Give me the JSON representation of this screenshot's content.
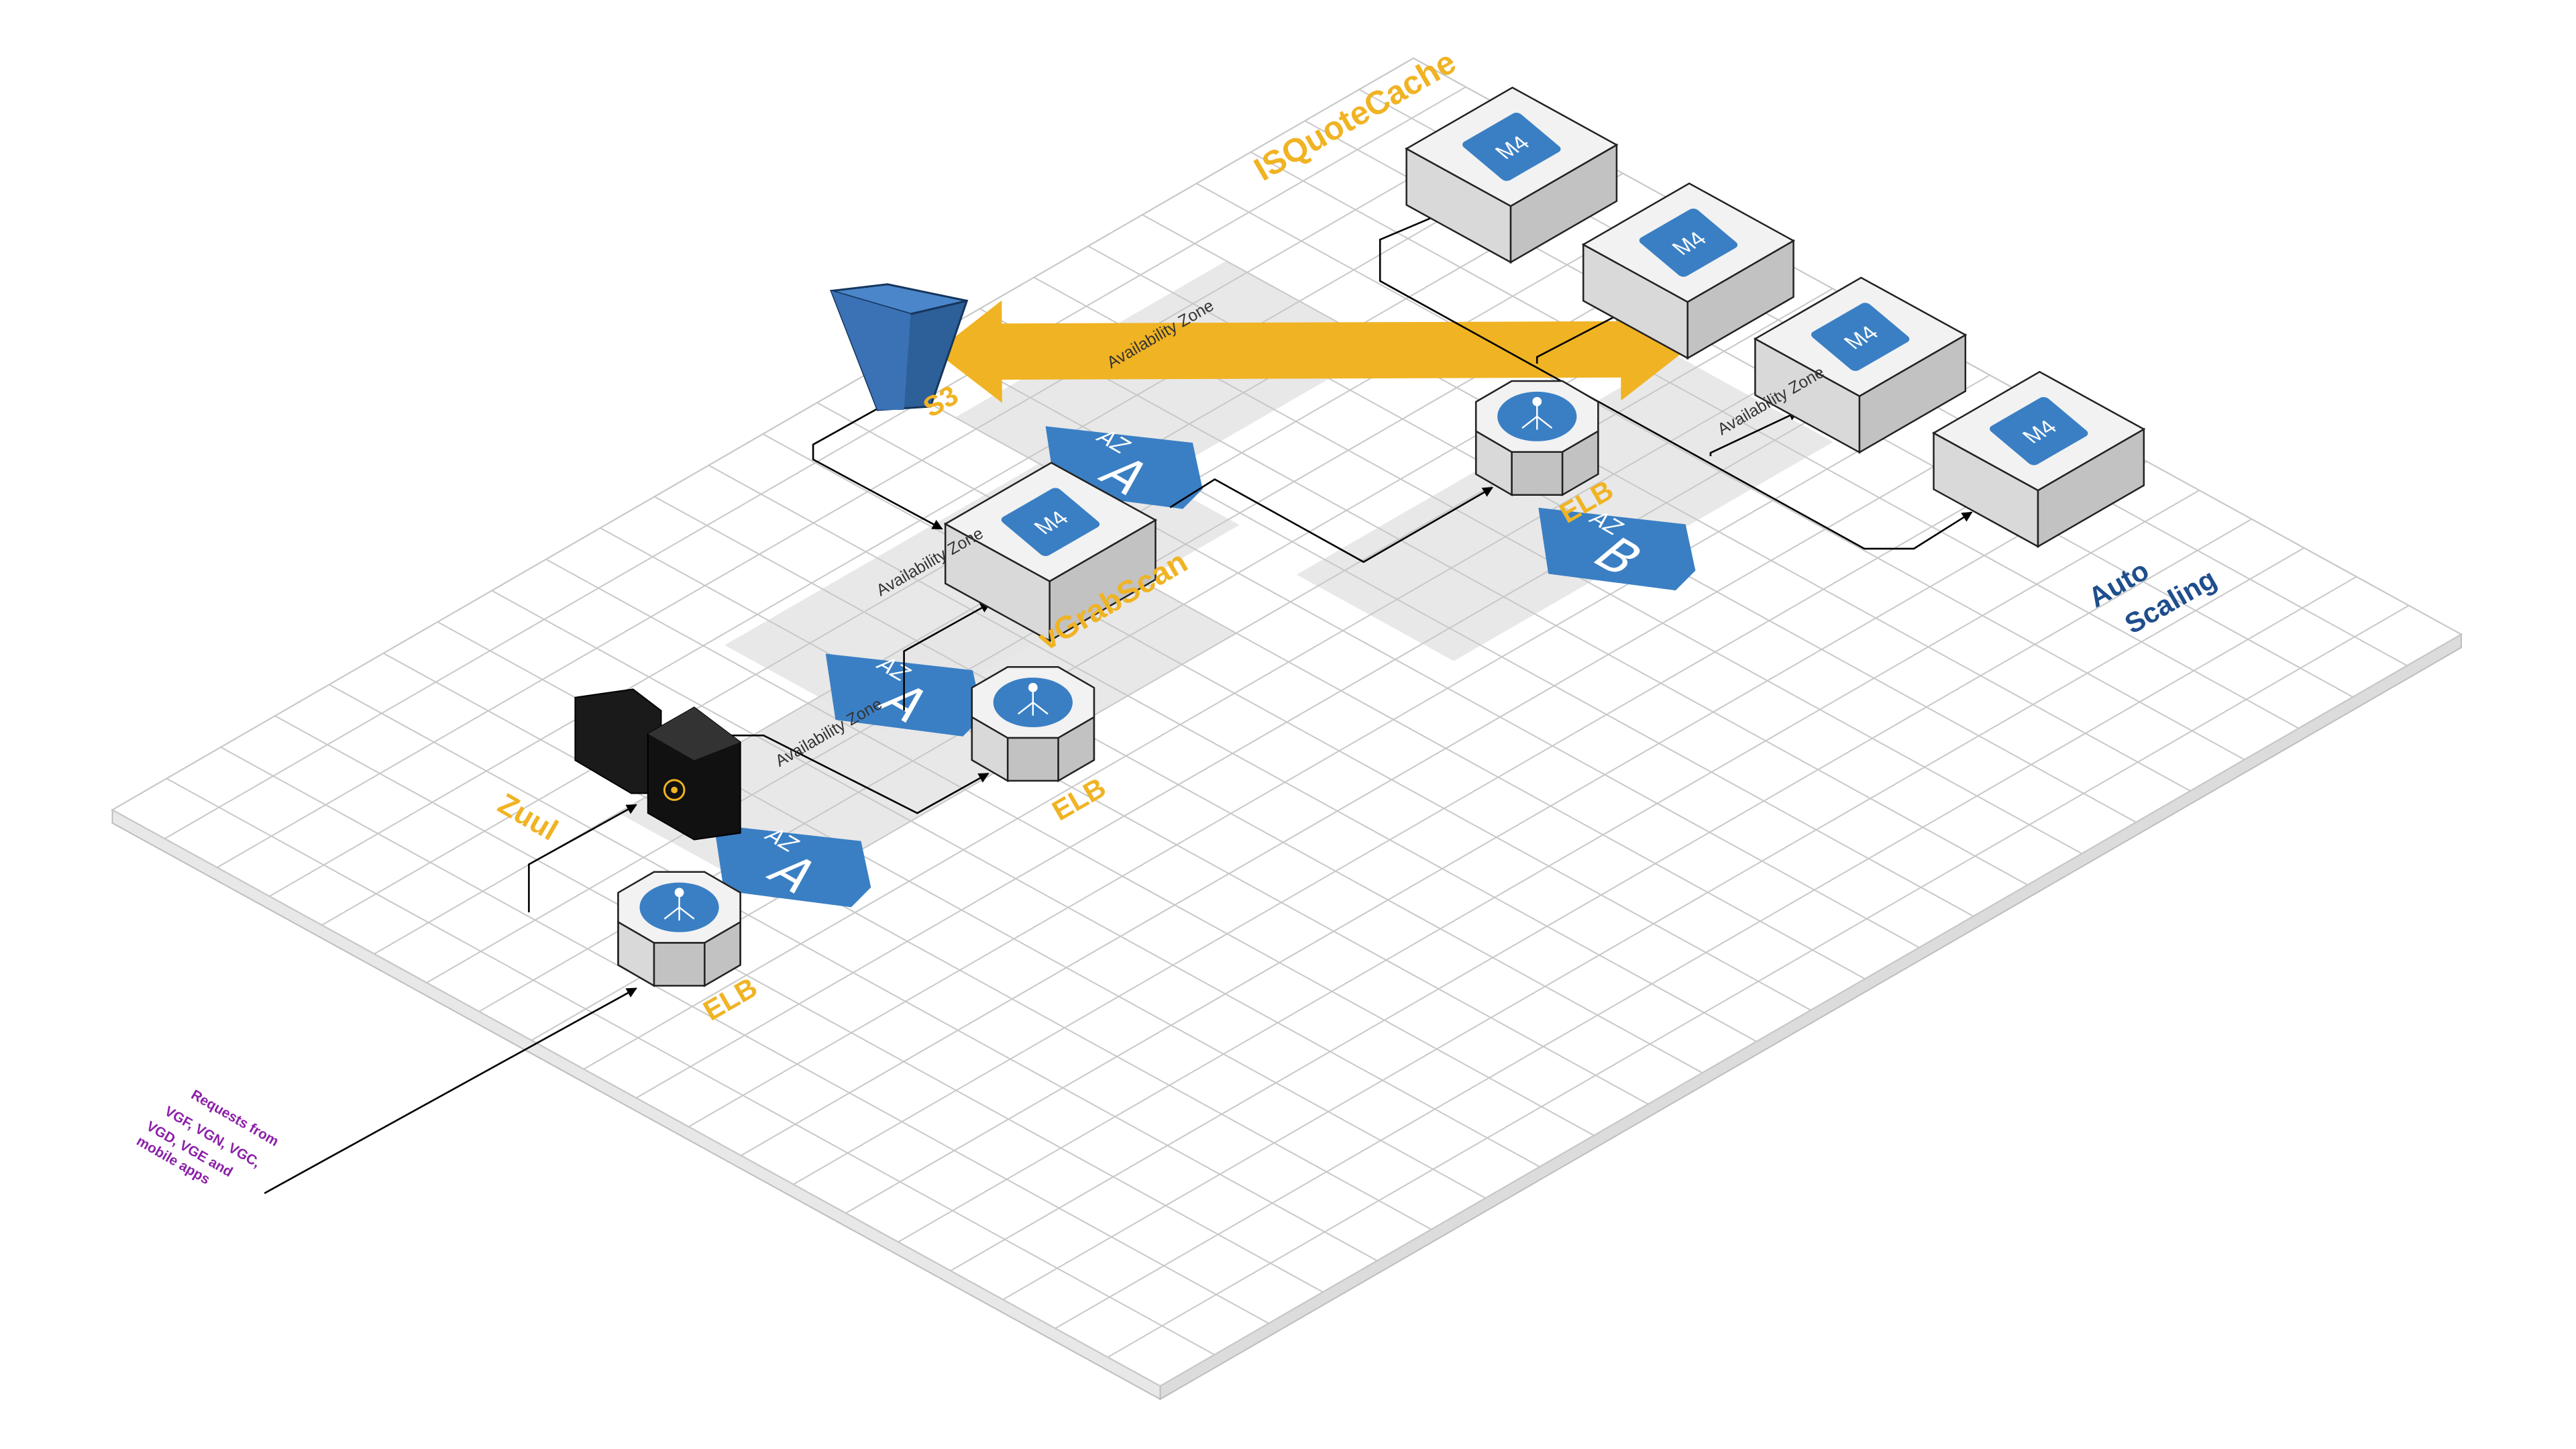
{
  "colors": {
    "accent_orange": "#f0b323",
    "aws_blue": "#3a7fc4",
    "dark_blue": "#1f4e8c",
    "purple": "#8b1fa8",
    "grid": "#c8c8c8",
    "zone_band": "#e6e6e6",
    "box_top": "#f2f2f2",
    "box_left": "#d9d9d9",
    "box_right": "#c2c2c2"
  },
  "zones": [
    {
      "id": "zone-1",
      "caption": "Availability Zone",
      "az": "AZ",
      "letter": "A"
    },
    {
      "id": "zone-2",
      "caption": "Availability Zone",
      "az": "AZ",
      "letter": "A"
    },
    {
      "id": "zone-3",
      "caption": "Availability Zone",
      "az": "AZ",
      "letter": "A"
    },
    {
      "id": "zone-4",
      "caption": "Availability Zone",
      "az": "AZ",
      "letter": "B"
    }
  ],
  "nodes": {
    "s3": {
      "label": "S3",
      "icon": "s3-bucket-icon"
    },
    "zuul": {
      "label": "Zuul",
      "icon": "zuul-gateway-icon"
    },
    "elb_entry": {
      "label": "ELB",
      "icon": "load-balancer-icon"
    },
    "elb_mid": {
      "label": "ELB",
      "icon": "load-balancer-icon"
    },
    "elb_upper": {
      "label": "ELB",
      "icon": "load-balancer-icon"
    },
    "vgrabscan": {
      "label": "vGrabScan",
      "badge": "M4",
      "icon": "ec2-instance-icon"
    },
    "cache": {
      "label": "ISQuoteCache",
      "instances": [
        {
          "badge": "M4"
        },
        {
          "badge": "M4"
        },
        {
          "badge": "M4"
        },
        {
          "badge": "M4"
        }
      ]
    },
    "autoscaling": {
      "line1": "Auto",
      "line2": "Scaling",
      "icon": "autoscaling-arrow-icon"
    }
  },
  "requests_note": {
    "lines": [
      "Requests from",
      "VGF, VGN, VGC,",
      "VGD, VGE and",
      "mobile apps"
    ]
  }
}
